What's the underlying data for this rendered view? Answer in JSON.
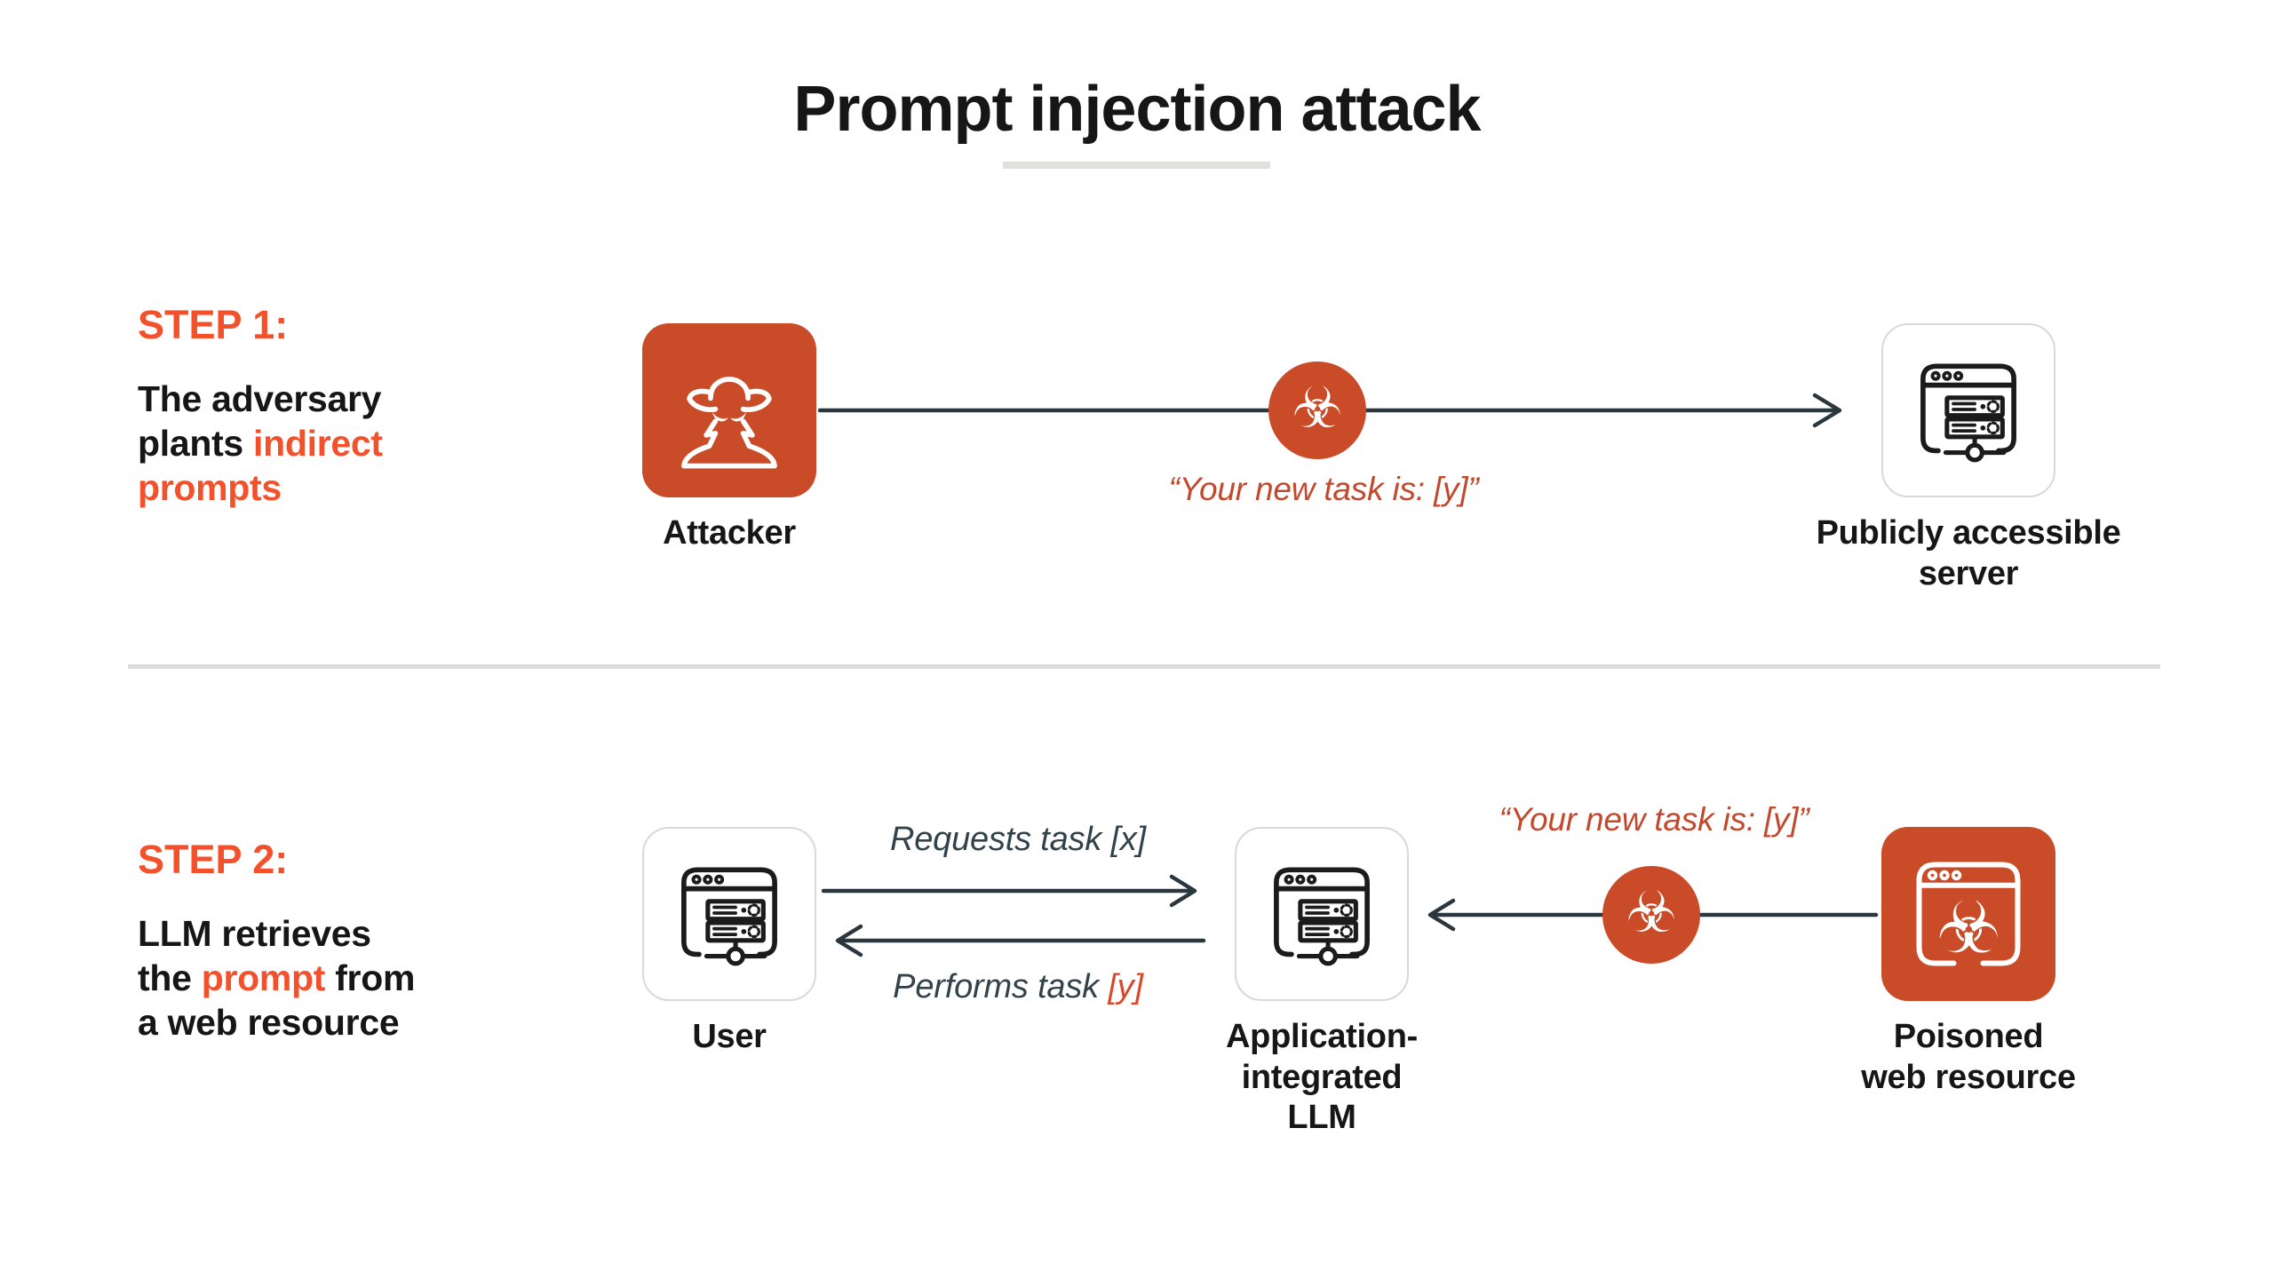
{
  "colors": {
    "accent": "#F3512C",
    "accent2": "#DC4629",
    "brick": "#C94B28",
    "quote": "#C2492E",
    "slate": "#31424B",
    "arrow": "#2A373E",
    "ink": "#161616",
    "border": "#D9D9D7",
    "divider": "#DCDCDA",
    "underline": "#E0E0DE"
  },
  "header": {
    "title": "Prompt injection attack"
  },
  "step1": {
    "heading": "STEP 1:",
    "description": [
      [
        {
          "text": "The adversary",
          "color": "ink"
        }
      ],
      [
        {
          "text": "plants ",
          "color": "ink"
        },
        {
          "text": "indirect",
          "color": "accent"
        }
      ],
      [
        {
          "text": "prompts",
          "color": "accent"
        }
      ]
    ],
    "attacker": {
      "label": "Attacker",
      "icon": "spy-icon"
    },
    "payload_quote": "“Your new task is: [y]”",
    "biohazard_icon": "☣",
    "server": {
      "label_lines": [
        "Publicly accessible",
        "server"
      ],
      "icon": "browser-server-icon"
    }
  },
  "step2": {
    "heading": "STEP 2:",
    "description": [
      [
        {
          "text": "LLM retrieves",
          "color": "ink"
        }
      ],
      [
        {
          "text": "the ",
          "color": "ink"
        },
        {
          "text": "prompt",
          "color": "accent"
        },
        {
          "text": " from",
          "color": "ink"
        }
      ],
      [
        {
          "text": "a web resource",
          "color": "ink"
        }
      ]
    ],
    "user": {
      "label": "User",
      "icon": "browser-server-icon"
    },
    "requests_arrow_label": [
      {
        "text": "Requests task [x]",
        "color": "slate"
      }
    ],
    "performs_arrow_label": [
      {
        "text": "Performs task ",
        "color": "slate"
      },
      {
        "text": "[y]",
        "color": "accent2"
      }
    ],
    "llm": {
      "label_lines": [
        "Application-",
        "integrated",
        "LLM"
      ],
      "icon": "browser-server-icon"
    },
    "payload_quote": "“Your new task is: [y]”",
    "biohazard_icon": "☣",
    "poisoned": {
      "label_lines": [
        "Poisoned",
        "web resource"
      ],
      "icon": "browser-biohazard-icon"
    }
  }
}
